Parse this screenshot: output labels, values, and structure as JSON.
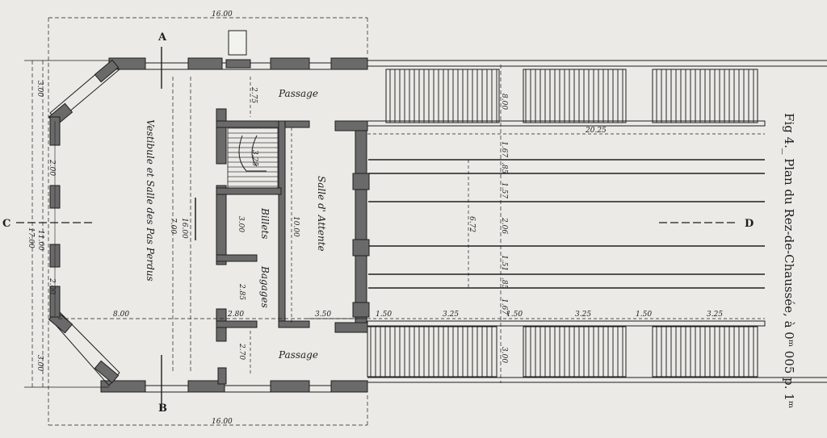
{
  "plate": {
    "caption": "Fig 4._ Plan du Rez-de-Chaussée, à 0ᵐ 005 p. 1ᵐ",
    "section_marks": {
      "a": "A",
      "b": "B",
      "c": "C",
      "d": "D"
    }
  },
  "rooms": {
    "passage_top": "Passage",
    "passage_bottom": "Passage",
    "vestibule": "Vestibule et Salle des Pas Perdus",
    "salle_attente": "Salle d' Attente",
    "billets": "Billets",
    "bagages": "Bagages"
  },
  "dimensions": {
    "top_width": "16.00",
    "bottom_width": "16.00",
    "left_total": "17.00",
    "left_upper": "3.00",
    "left_lower": "3.00",
    "pier_upper": "2.00",
    "pier_mid": "11.00",
    "pier_lower": "2.00",
    "vestibule_length": "16.00",
    "vestibule_inner": "7.00",
    "vestibule_depth": "8.00",
    "stair_gap": "2.75",
    "stair_depth": "3.25",
    "billets_depth": "3.00",
    "bagages_gap": "2.85",
    "bagages_width": "2.80",
    "bottom_gap": "2.70",
    "attente_depth": "10.00",
    "attente_width": "3.50",
    "platform_top": "8.00",
    "platform_bottom": "3.00",
    "platform_length": "20.25",
    "track_span": "6.72",
    "gauge_1": "1.67",
    "gauge_2": ".85",
    "gauge_3": "1.57",
    "gauge_4": "2.06",
    "gauge_5": "1.51",
    "gauge_6": ".85",
    "gauge_7": "1.67",
    "seg_1": "1.50",
    "seg_2": "3.25",
    "seg_3": "1.50",
    "seg_4": "3.25",
    "seg_5": "1.50",
    "seg_6": "3.25"
  },
  "colors": {
    "ink": "#1e1e1e",
    "paper": "#ebeae6",
    "wall": "#6a6a6a"
  }
}
